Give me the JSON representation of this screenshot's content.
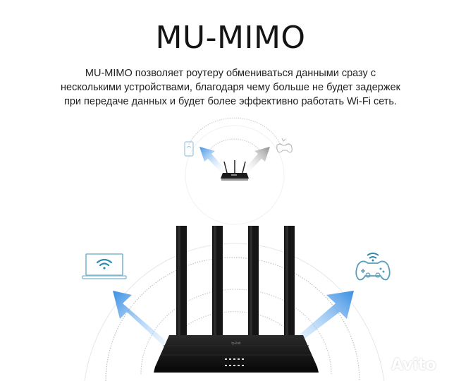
{
  "header": {
    "title": "MU-MIMO",
    "description_lines": [
      "MU-MIMO позволяет роутеру обмениваться данными сразу с",
      "несколькими устройствами, благодаря чему больше не будет задержек",
      "при передаче данных и будет более эффективно работать Wi-Fi сеть."
    ]
  },
  "diagram_small": {
    "devices": [
      "phone-icon",
      "gamepad-icon"
    ],
    "router": "router-icon",
    "arrow_colors": [
      "#4a9be6",
      "#9a9a9a"
    ]
  },
  "diagram_large": {
    "devices": [
      "laptop-icon",
      "gamepad-icon"
    ],
    "router": "router-icon",
    "arrow_color": "#3a8fe3",
    "icon_color": "#4b9bb6"
  },
  "watermark": {
    "text": "Avito"
  }
}
